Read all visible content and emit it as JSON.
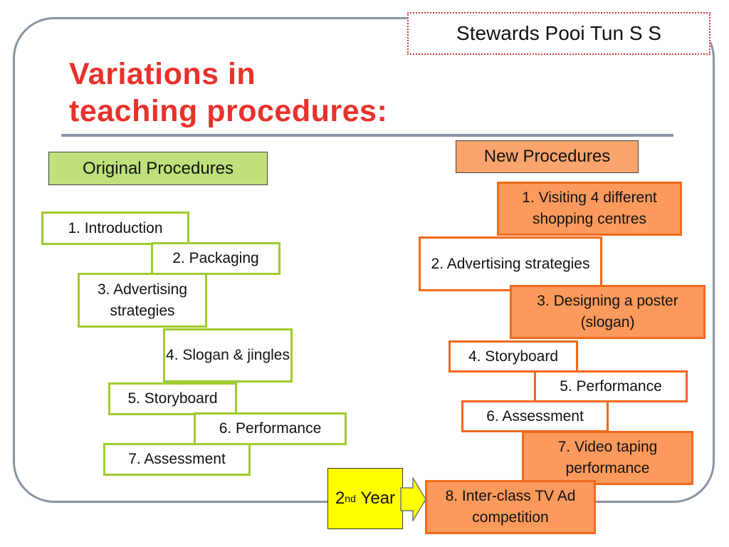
{
  "school": "Stewards Pooi Tun S S",
  "title": {
    "line1": "Variations in",
    "line2": "teaching procedures:"
  },
  "original": {
    "header": "Original Procedures",
    "steps": [
      "1. Introduction",
      "2. Packaging",
      "3. Advertising strategies",
      "4. Slogan & jingles",
      "5. Storyboard",
      "6. Performance",
      "7. Assessment"
    ]
  },
  "new": {
    "header": "New Procedures",
    "steps": [
      "1. Visiting 4 different shopping centres",
      "2. Advertising strategies",
      "3. Designing a poster (slogan)",
      "4. Storyboard",
      "5. Performance",
      "6. Assessment",
      "7. Video taping performance",
      "8. Inter-class TV Ad competition"
    ]
  },
  "year": {
    "number": "2",
    "suffix": "nd",
    "label": "Year"
  },
  "colors": {
    "title": "#e8312b",
    "original_accent": "#9dcc2e",
    "original_header_fill": "#bfe07a",
    "new_accent": "#f06a1c",
    "new_fill": "#fb9a5c",
    "year_fill": "#ffff00"
  }
}
